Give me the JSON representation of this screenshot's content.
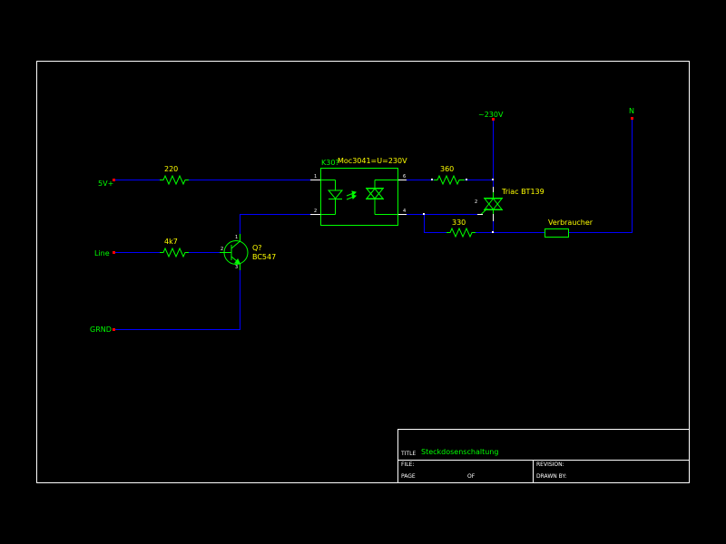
{
  "colors": {
    "wire": "#0000ff",
    "component": "#00ff00",
    "value_label": "#ffff00",
    "pin_label": "#ffffff",
    "connection_dot": "#ff0000",
    "border": "#ffffff",
    "background": "#000000"
  },
  "nets": {
    "5v": "5V+",
    "line": "Line",
    "gnd": "GRND",
    "mains": "~230V",
    "neutral": "N"
  },
  "components": {
    "r1_value": "220",
    "r2_value": "4k7",
    "r3_value": "360",
    "r4_value": "330",
    "transistor_ref": "Q?",
    "transistor_part": "BC547",
    "opto_ref": "K30?",
    "opto_part": "Moc3041=U=230V",
    "triac_label": "Triac BT139",
    "load_label": "Verbraucher"
  },
  "pins": {
    "opto_1": "1",
    "opto_2": "2",
    "opto_6": "6",
    "opto_4": "4",
    "q_1": "1",
    "q_2": "2",
    "q_3": "3",
    "triac_ref": "2"
  },
  "title_block": {
    "title_caption": "TITLE",
    "title_value": "Steckdosenschaltung",
    "file_caption": "FILE:",
    "revision_caption": "REVISION:",
    "page_caption": "PAGE",
    "of_caption": "OF",
    "drawn_by_caption": "DRAWN BY:"
  }
}
